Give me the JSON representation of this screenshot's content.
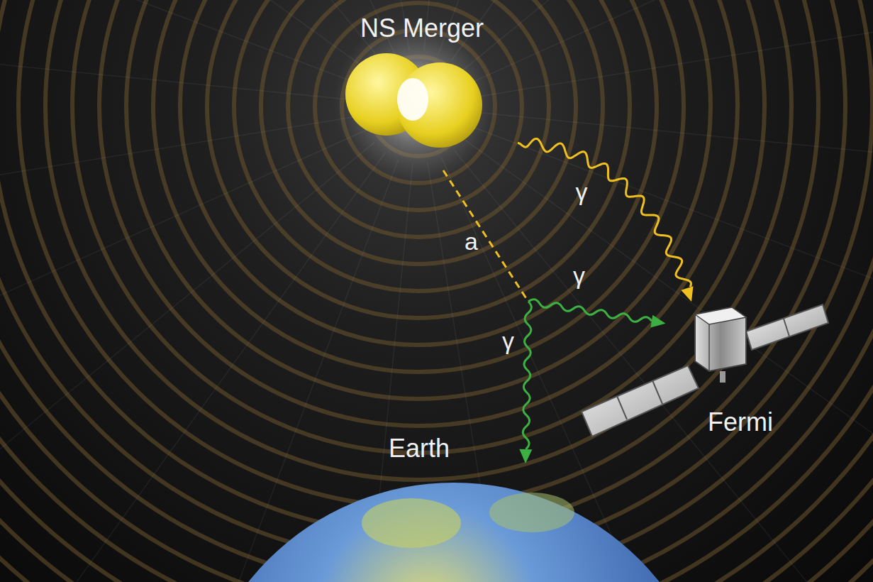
{
  "diagram": {
    "nodes": [
      {
        "text": [
          "NS Merger"
        ]
      },
      {
        "text": [
          "Fermi"
        ]
      },
      {
        "text": [
          "Earth"
        ]
      }
    ],
    "edges": [
      {
        "from": 0,
        "to": 1,
        "arrow": "to",
        "label": "γ"
      }
    ],
    "labels": [
      "a",
      "γ",
      "γ"
    ]
  }
}
